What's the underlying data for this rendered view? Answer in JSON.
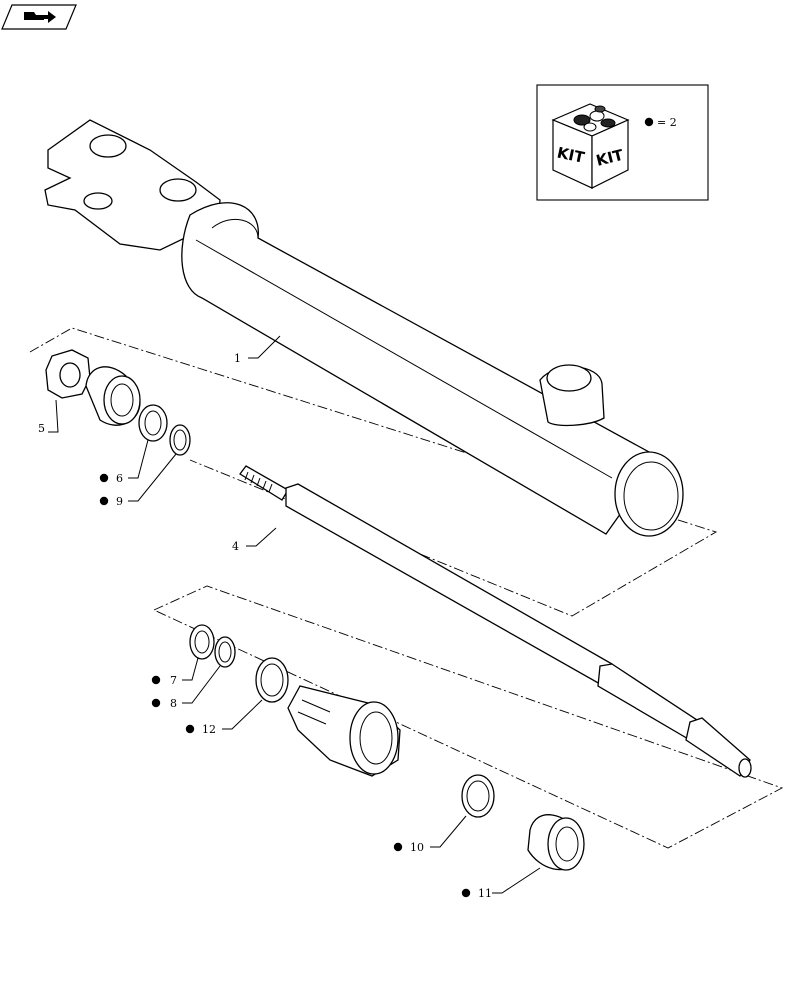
{
  "nav_icon": "book-arrow-icon",
  "kit": {
    "word1": "KIT",
    "word2": "KIT",
    "legend": "= 2"
  },
  "callouts": {
    "c1": "1",
    "c4": "4",
    "c5": "5",
    "c6": "6",
    "c7": "7",
    "c8": "8",
    "c9": "9",
    "c10": "10",
    "c11": "11",
    "c12": "12"
  }
}
